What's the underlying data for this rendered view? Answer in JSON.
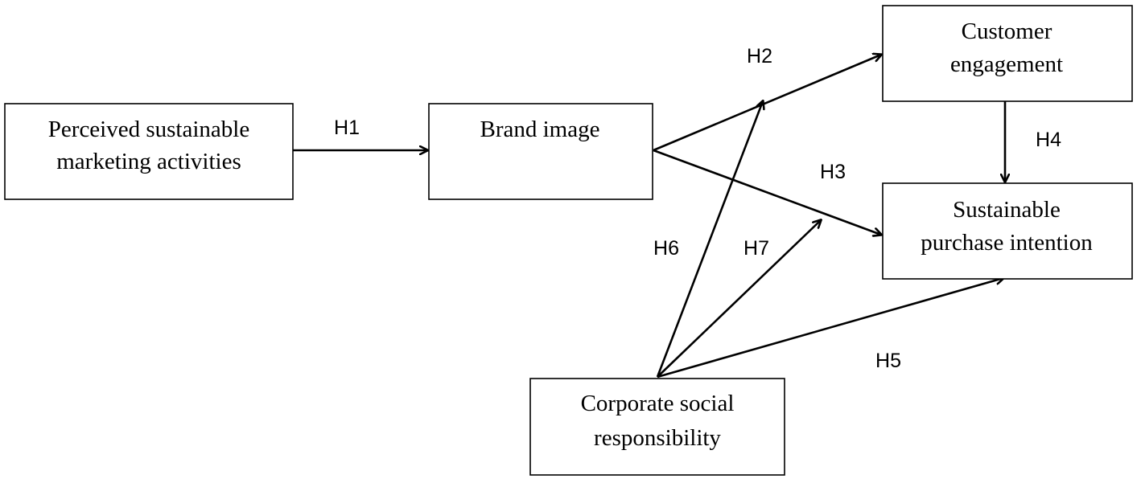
{
  "nodes": {
    "perceived": {
      "line1": "Perceived sustainable",
      "line2": "marketing activities"
    },
    "brand": {
      "line1": "Brand image"
    },
    "engagement": {
      "line1": "Customer",
      "line2": "engagement"
    },
    "intention": {
      "line1": "Sustainable",
      "line2": "purchase intention"
    },
    "csr": {
      "line1": "Corporate social",
      "line2": "responsibility"
    }
  },
  "hypotheses": {
    "h1": "H1",
    "h2": "H2",
    "h3": "H3",
    "h4": "H4",
    "h5": "H5",
    "h6": "H6",
    "h7": "H7"
  },
  "colors": {
    "stroke": "#000000",
    "background": "#ffffff"
  }
}
